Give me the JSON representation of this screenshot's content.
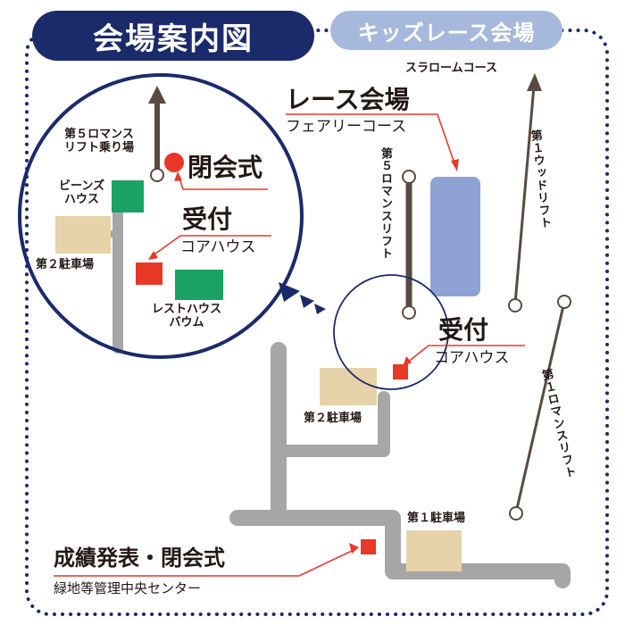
{
  "header": {
    "title": "会場案内図",
    "kids_venue": "キッズレース会場"
  },
  "courses": {
    "slalom": "スラロームコース",
    "fairy": "フェアリーコース"
  },
  "lifts": {
    "lift5": "第５ロマンスリフト",
    "lift1_wood": "第１ウッドリフト",
    "lift1_romance": "第１ロマンスリフト"
  },
  "places": {
    "race_venue": "レース会場",
    "reception": "受付",
    "core_house": "コアハウス",
    "parking2": "第２駐車場",
    "parking1": "第１駐車場",
    "results": "成績発表・閉会式",
    "center": "緑地等管理中央センター"
  },
  "inset": {
    "lift5_station_line1": "第５ロマンス",
    "lift5_station_line2": "リフト乗り場",
    "closing": "閉会式",
    "beans_line1": "ビーンズ",
    "beans_line2": "ハウス",
    "reception": "受付",
    "core_house": "コアハウス",
    "parking2": "第２駐車場",
    "rest_line1": "レストハウス",
    "rest_line2": "バウム"
  },
  "colors": {
    "navy": "#1b2a6b",
    "light_blue_badge": "#a7b8dd",
    "course_blue": "#8ea3d4",
    "lift_brown": "#5a4a40",
    "road_gray": "#a6a6a6",
    "parking_tan": "#e7d3aa",
    "marker_red": "#e83828",
    "building_green": "#1aa264"
  }
}
